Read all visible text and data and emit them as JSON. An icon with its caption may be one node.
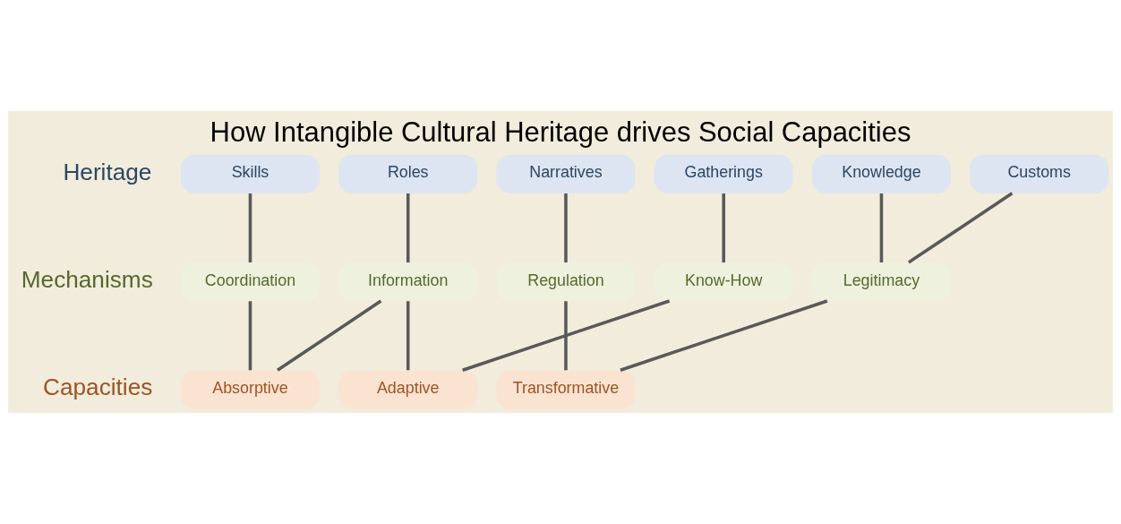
{
  "diagram": {
    "title": "How Intangible Cultural Heritage drives Social Capacities",
    "nodes": [
      {
        "text": [
          "Skills"
        ]
      },
      {
        "text": [
          "Roles"
        ]
      },
      {
        "text": [
          "Narratives"
        ]
      },
      {
        "text": [
          "Gatherings"
        ]
      },
      {
        "text": [
          "Knowledge"
        ]
      },
      {
        "text": [
          "Customs"
        ]
      },
      {
        "text": [
          "Coordination"
        ]
      },
      {
        "text": [
          "Information"
        ]
      },
      {
        "text": [
          "Regulation"
        ]
      },
      {
        "text": [
          "Know-How"
        ]
      },
      {
        "text": [
          "Legitimacy"
        ]
      },
      {
        "text": [
          "Absorptive"
        ]
      },
      {
        "text": [
          "Adaptive"
        ]
      },
      {
        "text": [
          "Transformative"
        ]
      }
    ],
    "edges": [
      {
        "from": 0,
        "to": 6,
        "arrow": "none"
      },
      {
        "from": 1,
        "to": 7,
        "arrow": "none"
      },
      {
        "from": 2,
        "to": 8,
        "arrow": "none"
      },
      {
        "from": 3,
        "to": 9,
        "arrow": "none"
      },
      {
        "from": 4,
        "to": 10,
        "arrow": "none"
      },
      {
        "from": 5,
        "to": 10,
        "arrow": "none"
      },
      {
        "from": 6,
        "to": 11,
        "arrow": "none"
      },
      {
        "from": 7,
        "to": 11,
        "arrow": "none"
      },
      {
        "from": 7,
        "to": 12,
        "arrow": "none"
      },
      {
        "from": 8,
        "to": 13,
        "arrow": "none"
      },
      {
        "from": 9,
        "to": 12,
        "arrow": "none"
      },
      {
        "from": 10,
        "to": 13,
        "arrow": "none"
      }
    ],
    "labels": [
      "Heritage",
      "Mechanisms",
      "Capacities"
    ]
  }
}
